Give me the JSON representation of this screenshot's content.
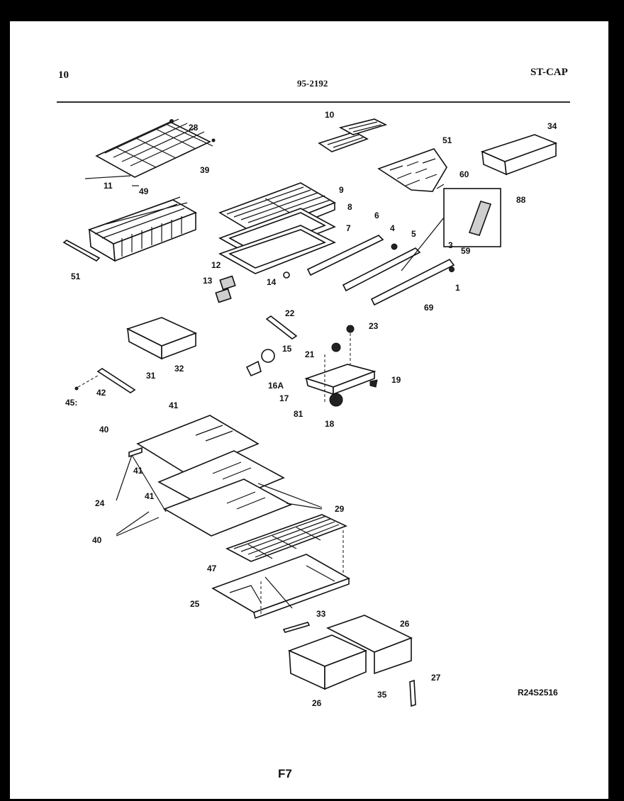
{
  "header": {
    "page_number": "10",
    "doc_number": "95-2192",
    "model_code": "ST-CAP"
  },
  "footer": {
    "figure_label": "F7",
    "drawing_ref": "R24S2516"
  },
  "callouts": {
    "c28": "28",
    "c39": "39",
    "c11": "11",
    "c49": "49",
    "c51a": "51",
    "c10": "10",
    "c9": "9",
    "c8": "8",
    "c7": "7",
    "c12": "12",
    "c13": "13",
    "c14": "14",
    "c6": "6",
    "c4": "4",
    "c5": "5",
    "c51b": "51",
    "c60": "60",
    "c34": "34",
    "c88": "88",
    "c3": "3",
    "c59": "59",
    "c1": "1",
    "c69": "69",
    "c31": "31",
    "c32": "32",
    "c22": "22",
    "c23": "23",
    "c15": "15",
    "c21": "21",
    "c16a": "16A",
    "c17": "17",
    "c19": "19",
    "c81": "81",
    "c18": "18",
    "c42": "42",
    "c45": "45:",
    "c41a": "41",
    "c40a": "40",
    "c41b": "41",
    "c24": "24",
    "c41c": "41",
    "c29": "29",
    "c40b": "40",
    "c47": "47",
    "c25": "25",
    "c33": "33",
    "c26a": "26",
    "c26b": "26",
    "c35": "35",
    "c27": "27"
  }
}
